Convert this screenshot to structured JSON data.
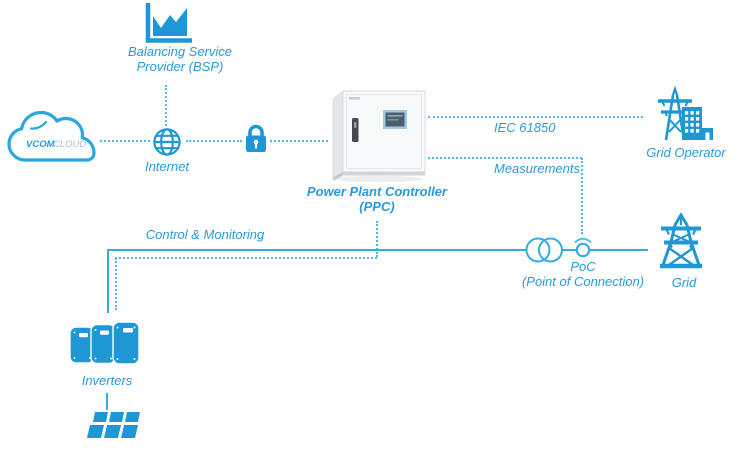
{
  "colors": {
    "icon_blue": "#1e97d4",
    "line_blue": "#36ade2",
    "dotted_blue": "#4fb9e8",
    "text_blue": "#2b9ad6"
  },
  "nodes": {
    "vcom_cloud": {
      "icon": "cloud-icon",
      "label_bold": "VCOM",
      "label_light": "CLOUD"
    },
    "bsp": {
      "icon": "area-chart-icon",
      "label_line1": "Balancing Service",
      "label_line2": "Provider (BSP)"
    },
    "internet": {
      "icon": "globe-icon",
      "label": "Internet"
    },
    "security": {
      "icon": "padlock-icon"
    },
    "ppc": {
      "icon": "controller-cabinet-image",
      "label_line1": "Power Plant Controller",
      "label_line2": "(PPC)"
    },
    "grid_operator": {
      "icon": "grid-operator-building-icon",
      "label": "Grid Operator"
    },
    "grid": {
      "icon": "transmission-tower-icon",
      "label": "Grid"
    },
    "transformer": {
      "icon": "transformer-icon"
    },
    "poc": {
      "icon": "poc-node-icon",
      "label_line1": "PoC",
      "label_line2": "(Point of Connection)"
    },
    "inverters": {
      "icon": "inverters-icon",
      "label": "Inverters"
    },
    "solar": {
      "icon": "solar-panel-icon"
    }
  },
  "connections": {
    "iec_label": "IEC 61850",
    "measurements_label": "Measurements",
    "control_monitoring_label": "Control & Monitoring"
  }
}
